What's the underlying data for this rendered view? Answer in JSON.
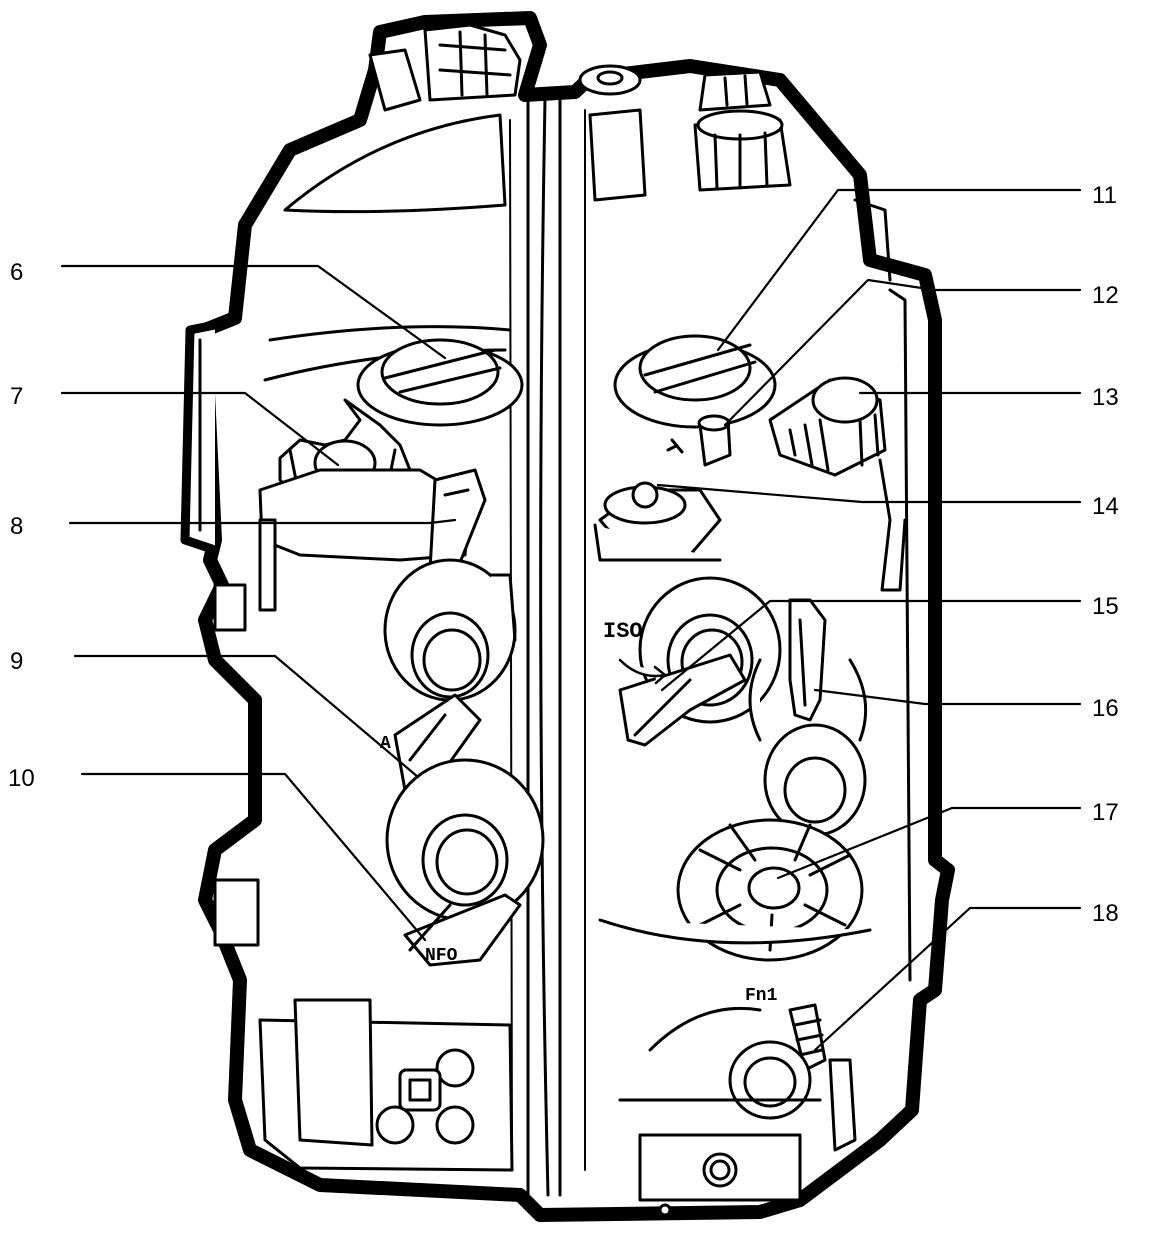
{
  "diagram": {
    "subject": "underwater-camera-housing-side-view",
    "colors": {
      "line": "#000000",
      "fill": "#ffffff"
    },
    "engravings": {
      "iso": "ISO",
      "fn1": "Fn1",
      "info": "NFO",
      "a_mark": "A"
    },
    "callouts": [
      {
        "id": "c6",
        "label": "6"
      },
      {
        "id": "c7",
        "label": "7"
      },
      {
        "id": "c8",
        "label": "8"
      },
      {
        "id": "c9",
        "label": "9"
      },
      {
        "id": "c10",
        "label": "10"
      },
      {
        "id": "c11",
        "label": "11"
      },
      {
        "id": "c12",
        "label": "12"
      },
      {
        "id": "c13",
        "label": "13"
      },
      {
        "id": "c14",
        "label": "14"
      },
      {
        "id": "c15",
        "label": "15"
      },
      {
        "id": "c16",
        "label": "16"
      },
      {
        "id": "c17",
        "label": "17"
      },
      {
        "id": "c18",
        "label": "18"
      }
    ]
  }
}
